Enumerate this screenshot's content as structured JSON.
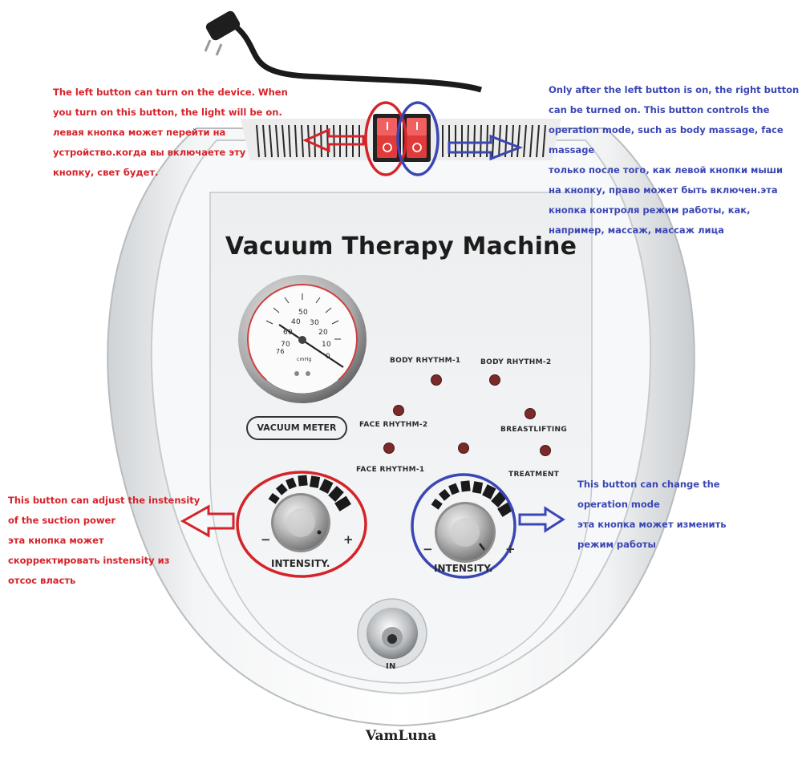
{
  "title": "Vacuum Therapy Machine",
  "brand": "VamLuna",
  "panel": {
    "vacuum_meter_label": "VACUUM METER",
    "knob_left_label": "INTENSITY.",
    "knob_right_label": "INTENSITY.",
    "inlet_label": "IN",
    "minus_sign": "−",
    "plus_sign": "+",
    "modes": {
      "body_rhythm_1": "BODY RHYTHM-1",
      "body_rhythm_2": "BODY RHYTHM-2",
      "face_rhythm_2": "FACE RHYTHM-2",
      "breastlifting": "BREASTLIFTING",
      "face_rhythm_1": "FACE RHYTHM-1",
      "treatment": "TREATMENT"
    },
    "gauge_numbers": {
      "n76": "76",
      "n70": "70",
      "n60": "60",
      "n50": "50",
      "n40": "40",
      "n30": "30",
      "n20": "20",
      "n10": "10",
      "n0": "0",
      "unit": "cmHg"
    }
  },
  "annotations": {
    "top_left": [
      "The left button can turn on the device. When",
      "you turn on this button, the light will be on.",
      "левая кнопка может перейти на",
      "устройство.когда вы включаете эту",
      "кнопку, свет будет."
    ],
    "top_right": [
      "Only after the left button is on, the right button",
      "can be turned on. This button controls the",
      "operation mode, such as body massage, face",
      "massage",
      "только после того, как левой кнопки мыши",
      "на кнопку, право может быть включен.эта",
      "кнопка контроля режим работы, как,",
      "например, массаж, массаж лица"
    ],
    "bottom_left": [
      "This button can adjust the instensity",
      "of the suction power",
      "эта кнопка может",
      "скорректировать instensity из",
      "отсос власть"
    ],
    "bottom_right": [
      "This button can change the",
      "operation mode",
      "эта кнопка может изменить",
      "режим работы"
    ]
  },
  "colors": {
    "annotation_red": "#d5232a",
    "annotation_blue": "#3a46b4",
    "indicator_led": "#7a2a2a",
    "switch_red": "#e03a3a"
  }
}
